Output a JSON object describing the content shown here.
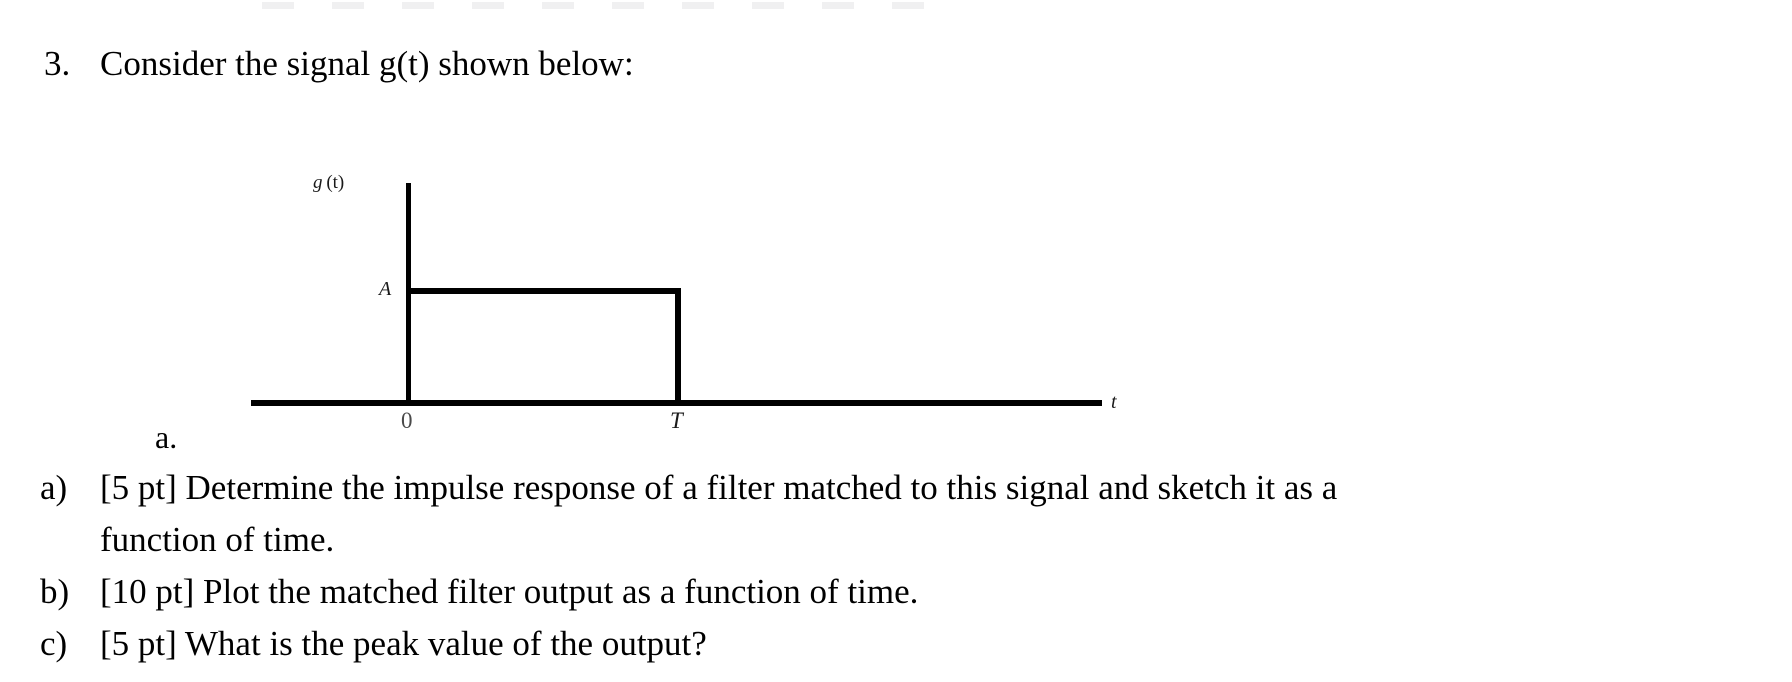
{
  "problem": {
    "number": "3.",
    "stem": "Consider the signal g(t) shown below:"
  },
  "figure": {
    "y_axis_label": "g",
    "y_axis_label_arg": "(t)",
    "amplitude_label": "A",
    "origin_label": "0",
    "duration_label": "T",
    "x_axis_label": "t"
  },
  "stray_label": "a.",
  "questions": [
    {
      "marker": "a)",
      "text": "[5 pt] Determine the impulse response of a filter matched to this signal and sketch it as a",
      "continuation": "function of time."
    },
    {
      "marker": "b)",
      "text": "[10 pt] Plot the matched filter output as a function of time.",
      "continuation": ""
    },
    {
      "marker": "c)",
      "text": "[5 pt] What is the peak value of the output?",
      "continuation": ""
    }
  ],
  "chart_data": {
    "type": "line",
    "title": "",
    "xlabel": "t",
    "ylabel": "g (t)",
    "description": "Rectangular pulse of amplitude A from t = 0 to t = T, zero elsewhere.",
    "x": [
      -1.3,
      0,
      0,
      1,
      1,
      3.2
    ],
    "y": [
      0,
      0,
      1,
      1,
      0,
      0
    ],
    "xtick_positions": [
      0,
      1
    ],
    "xtick_labels": [
      "0",
      "T"
    ],
    "ytick_positions": [
      1
    ],
    "ytick_labels": [
      "A"
    ],
    "xlim": [
      -1.3,
      3.2
    ],
    "ylim": [
      0,
      1.9
    ],
    "grid": false,
    "legend": false
  }
}
